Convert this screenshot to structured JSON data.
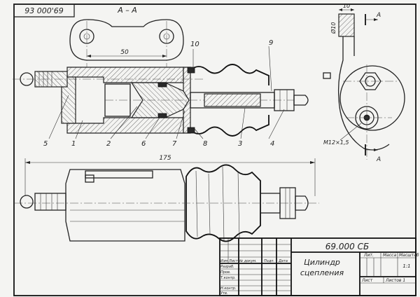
{
  "drawing": {
    "code_top": "93 000'69",
    "section_label": "А – А",
    "dim_50": "50",
    "dim_175": "175",
    "dim_10": "10",
    "dim_phi10": "Ø10",
    "cut_label_a1": "А",
    "cut_label_a2": "А",
    "thread_label": "М12×1,5",
    "part_numbers": [
      "1",
      "2",
      "3",
      "4",
      "5",
      "6",
      "7",
      "8",
      "9",
      "10"
    ]
  },
  "title_block": {
    "code": "69.000 СБ",
    "title_line1": "Цилиндр",
    "title_line2": "сцепления",
    "col_headers": [
      "Изм",
      "Лист",
      "№ докум.",
      "Подп.",
      "Дата"
    ],
    "row_labels": [
      "Разраб.",
      "Пров.",
      "Т.контр.",
      "",
      "Н.контр.",
      "Утв."
    ],
    "lit_label": "Лит.",
    "mass_label": "Масса",
    "scale_label": "Масштаб",
    "scale_value": "1:1",
    "sheet_label": "Лист",
    "sheets_label": "Листов 1"
  }
}
